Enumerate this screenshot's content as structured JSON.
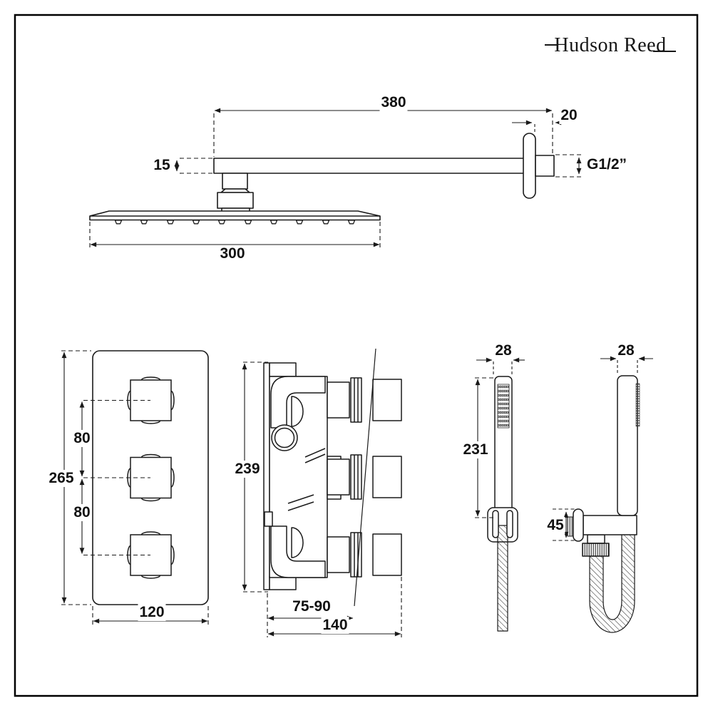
{
  "logo": {
    "text": "Hudson Reed"
  },
  "colors": {
    "line": "#1a1a1a",
    "background": "#ffffff"
  },
  "dimensions": {
    "shower_head": {
      "arm_length": "380",
      "wall_stub": "20",
      "arm_thickness": "15",
      "thread_size": "G1/2”",
      "head_width": "300"
    },
    "valve_front": {
      "overall_height": "265",
      "upper_handle_spacing": "80",
      "lower_handle_spacing": "80",
      "plate_width": "120"
    },
    "valve_side": {
      "overall_height": "239",
      "recess_depth": "75-90",
      "overall_depth": "140"
    },
    "handset_front": {
      "handle_width": "28",
      "handle_length": "231"
    },
    "handset_side": {
      "handle_width": "28",
      "outlet_height": "45"
    }
  }
}
